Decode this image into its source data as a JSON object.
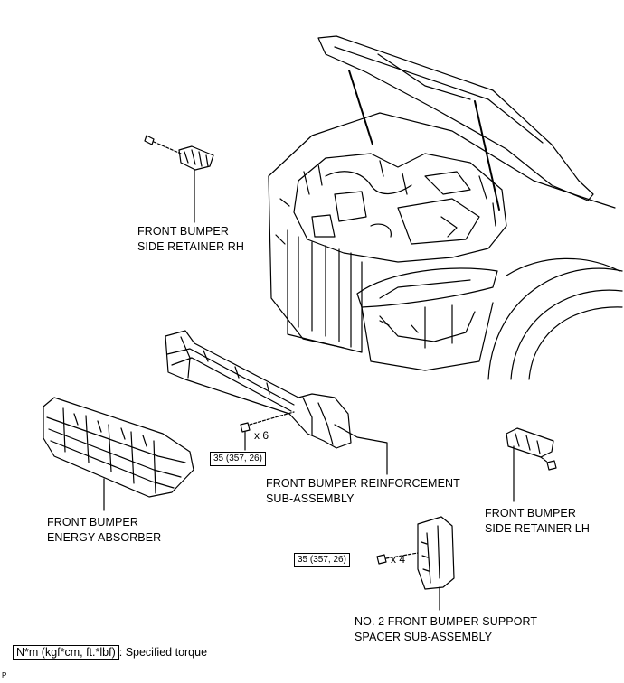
{
  "labels": {
    "side_retainer_rh_1": "FRONT BUMPER",
    "side_retainer_rh_2": "SIDE RETAINER RH",
    "energy_absorber_1": "FRONT BUMPER",
    "energy_absorber_2": "ENERGY ABSORBER",
    "reinforcement_1": "FRONT BUMPER REINFORCEMENT",
    "reinforcement_2": "SUB-ASSEMBLY",
    "side_retainer_lh_1": "FRONT BUMPER",
    "side_retainer_lh_2": "SIDE RETAINER LH",
    "support_spacer_1": "NO. 2 FRONT BUMPER SUPPORT",
    "support_spacer_2": "SPACER SUB-ASSEMBLY"
  },
  "torque_specs": {
    "reinforcement": "35 (357, 26)",
    "support_spacer": "35 (357, 26)"
  },
  "quantities": {
    "reinforcement_bolts": "x 6",
    "support_spacer_bolts": "x 4"
  },
  "legend": {
    "unit_box": "N*m (kgf*cm, ft.*lbf)",
    "description": ": Specified torque"
  },
  "page_code": "P"
}
